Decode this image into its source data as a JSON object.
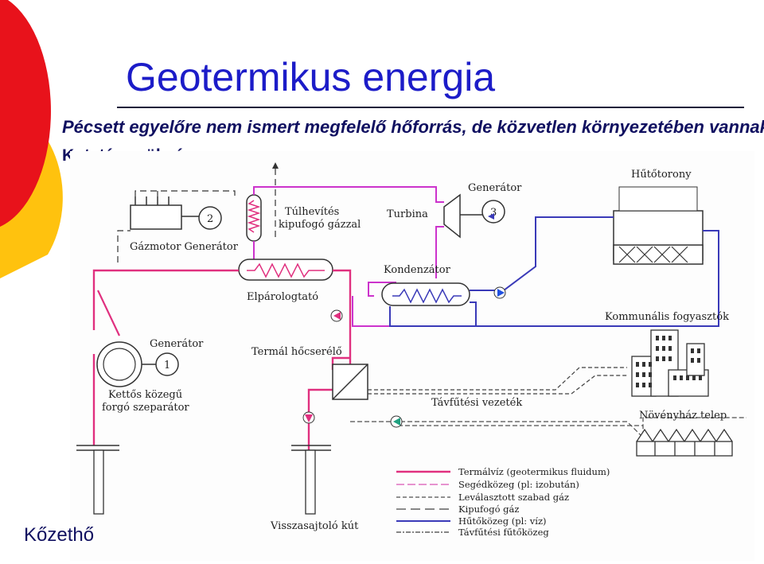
{
  "slide": {
    "title": "Geotermikus energia",
    "line1": "Pécsett egyelőre nem ismert megfelelő hőforrás, de közvetlen környezetében vannak",
    "line2": "Kutatás szükséges",
    "footer": "Kőzethő"
  },
  "diagram": {
    "labels": {
      "cooling_tower": "Hűtőtorony",
      "generator_top": "Generátor",
      "turbine": "Turbina",
      "superheat": "Túlhevítés",
      "superheat_2": "kipufogó gázzal",
      "gas_engine_generator": "Gázmotor Generátor",
      "condenser": "Kondenzátor",
      "evaporator": "Elpárologtató",
      "communal": "Kommunális fogyasztók",
      "generator_left": "Generátor",
      "thermal_hx": "Termál hőcserélő",
      "separator_1": "Kettős közegű",
      "separator_2": "forgó szeparátor",
      "district_heating": "Távfűtési vezeték",
      "greenhouse": "Növényház telep",
      "reinjection": "Visszasajtoló kút",
      "num_1": "1",
      "num_2": "2",
      "num_3": "3"
    },
    "legend": [
      {
        "label": "Termálvíz (geotermikus fluidum)",
        "color": "#e0307f"
      },
      {
        "label": "Segédközeg (pl: izobután)",
        "color": "#e070c0"
      },
      {
        "label": "Leválasztott szabad gáz",
        "color": "#505050"
      },
      {
        "label": "Kipufogó gáz",
        "color": "#404040"
      },
      {
        "label": "Hűtőközeg (pl: víz)",
        "color": "#3a3ab8"
      },
      {
        "label": "Távfűtési fűtőközeg",
        "color": "#404040"
      }
    ]
  },
  "colors": {
    "title": "#1c1cc8",
    "text": "#101060",
    "deco_red": "#e8121b",
    "deco_yellow": "#ffc20e",
    "thermal_water": "#e0307f",
    "aux_medium": "#cc33cc",
    "coolant": "#3a3ab8",
    "pump_arrow_blue": "#2050e0",
    "pump_arrow_green": "#20a080"
  }
}
